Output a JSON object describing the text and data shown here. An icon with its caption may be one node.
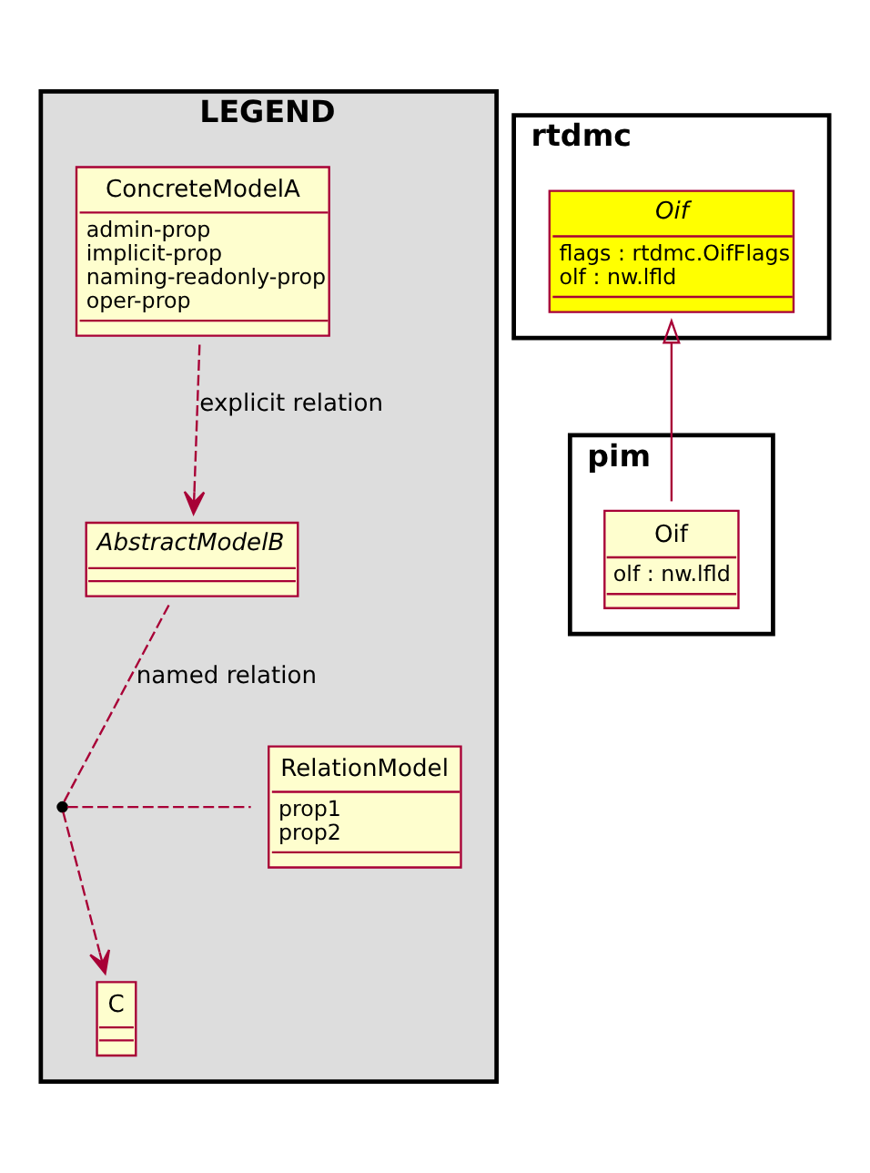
{
  "diagram": {
    "nodes": [
      {
        "text": [
          "LEGEND"
        ]
      },
      {
        "text": [
          "ConcreteModelA",
          "admin-prop",
          "implicit-prop",
          "naming-readonly-prop",
          "oper-prop"
        ],
        "in": 0
      },
      {
        "text": [
          "AbstractModelB"
        ],
        "in": 0
      },
      {
        "text": [],
        "shape": "dot",
        "in": 0
      },
      {
        "text": [
          "RelationModel",
          "prop1",
          "prop2"
        ],
        "in": 0
      },
      {
        "text": [
          "C"
        ],
        "in": 0
      },
      {
        "text": [
          "rtdmc"
        ]
      },
      {
        "text": [
          "Oif",
          "flags : rtdmc.OifFlags",
          "olf : nw.lfld"
        ],
        "in": 6
      },
      {
        "text": [
          "pim"
        ]
      },
      {
        "text": [
          "Oif",
          "olf : nw.lfld"
        ],
        "in": 8
      }
    ],
    "edges": [
      {
        "from": 1,
        "to": 2,
        "arrow": "to",
        "style": "dashed",
        "label": "explicit relation"
      },
      {
        "from": 2,
        "to": 3,
        "arrow": "none",
        "style": "dashed",
        "label": "named relation"
      },
      {
        "from": 3,
        "to": 4,
        "arrow": "none",
        "style": "dashed"
      },
      {
        "from": 3,
        "to": 5,
        "arrow": "to",
        "style": "dashed"
      },
      {
        "from": 9,
        "to": 7,
        "arrow": "to"
      }
    ]
  }
}
